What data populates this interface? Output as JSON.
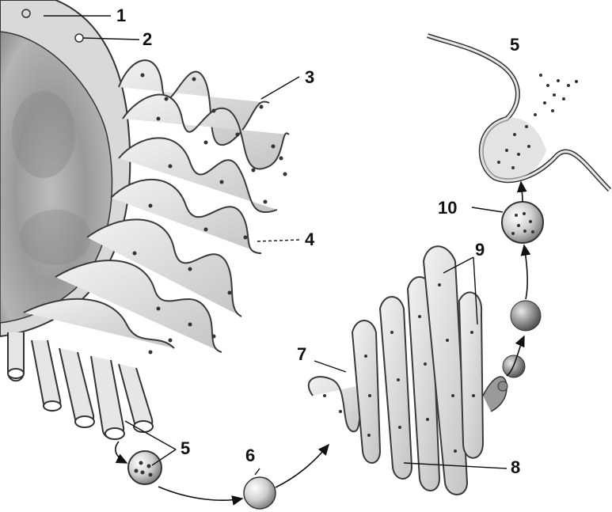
{
  "labels": {
    "l1": "1",
    "l2": "2",
    "l3": "3",
    "l4": "4",
    "l5a": "5",
    "l5b": "5",
    "l6": "6",
    "l7": "7",
    "l8": "8",
    "l9": "9",
    "l10": "10"
  }
}
